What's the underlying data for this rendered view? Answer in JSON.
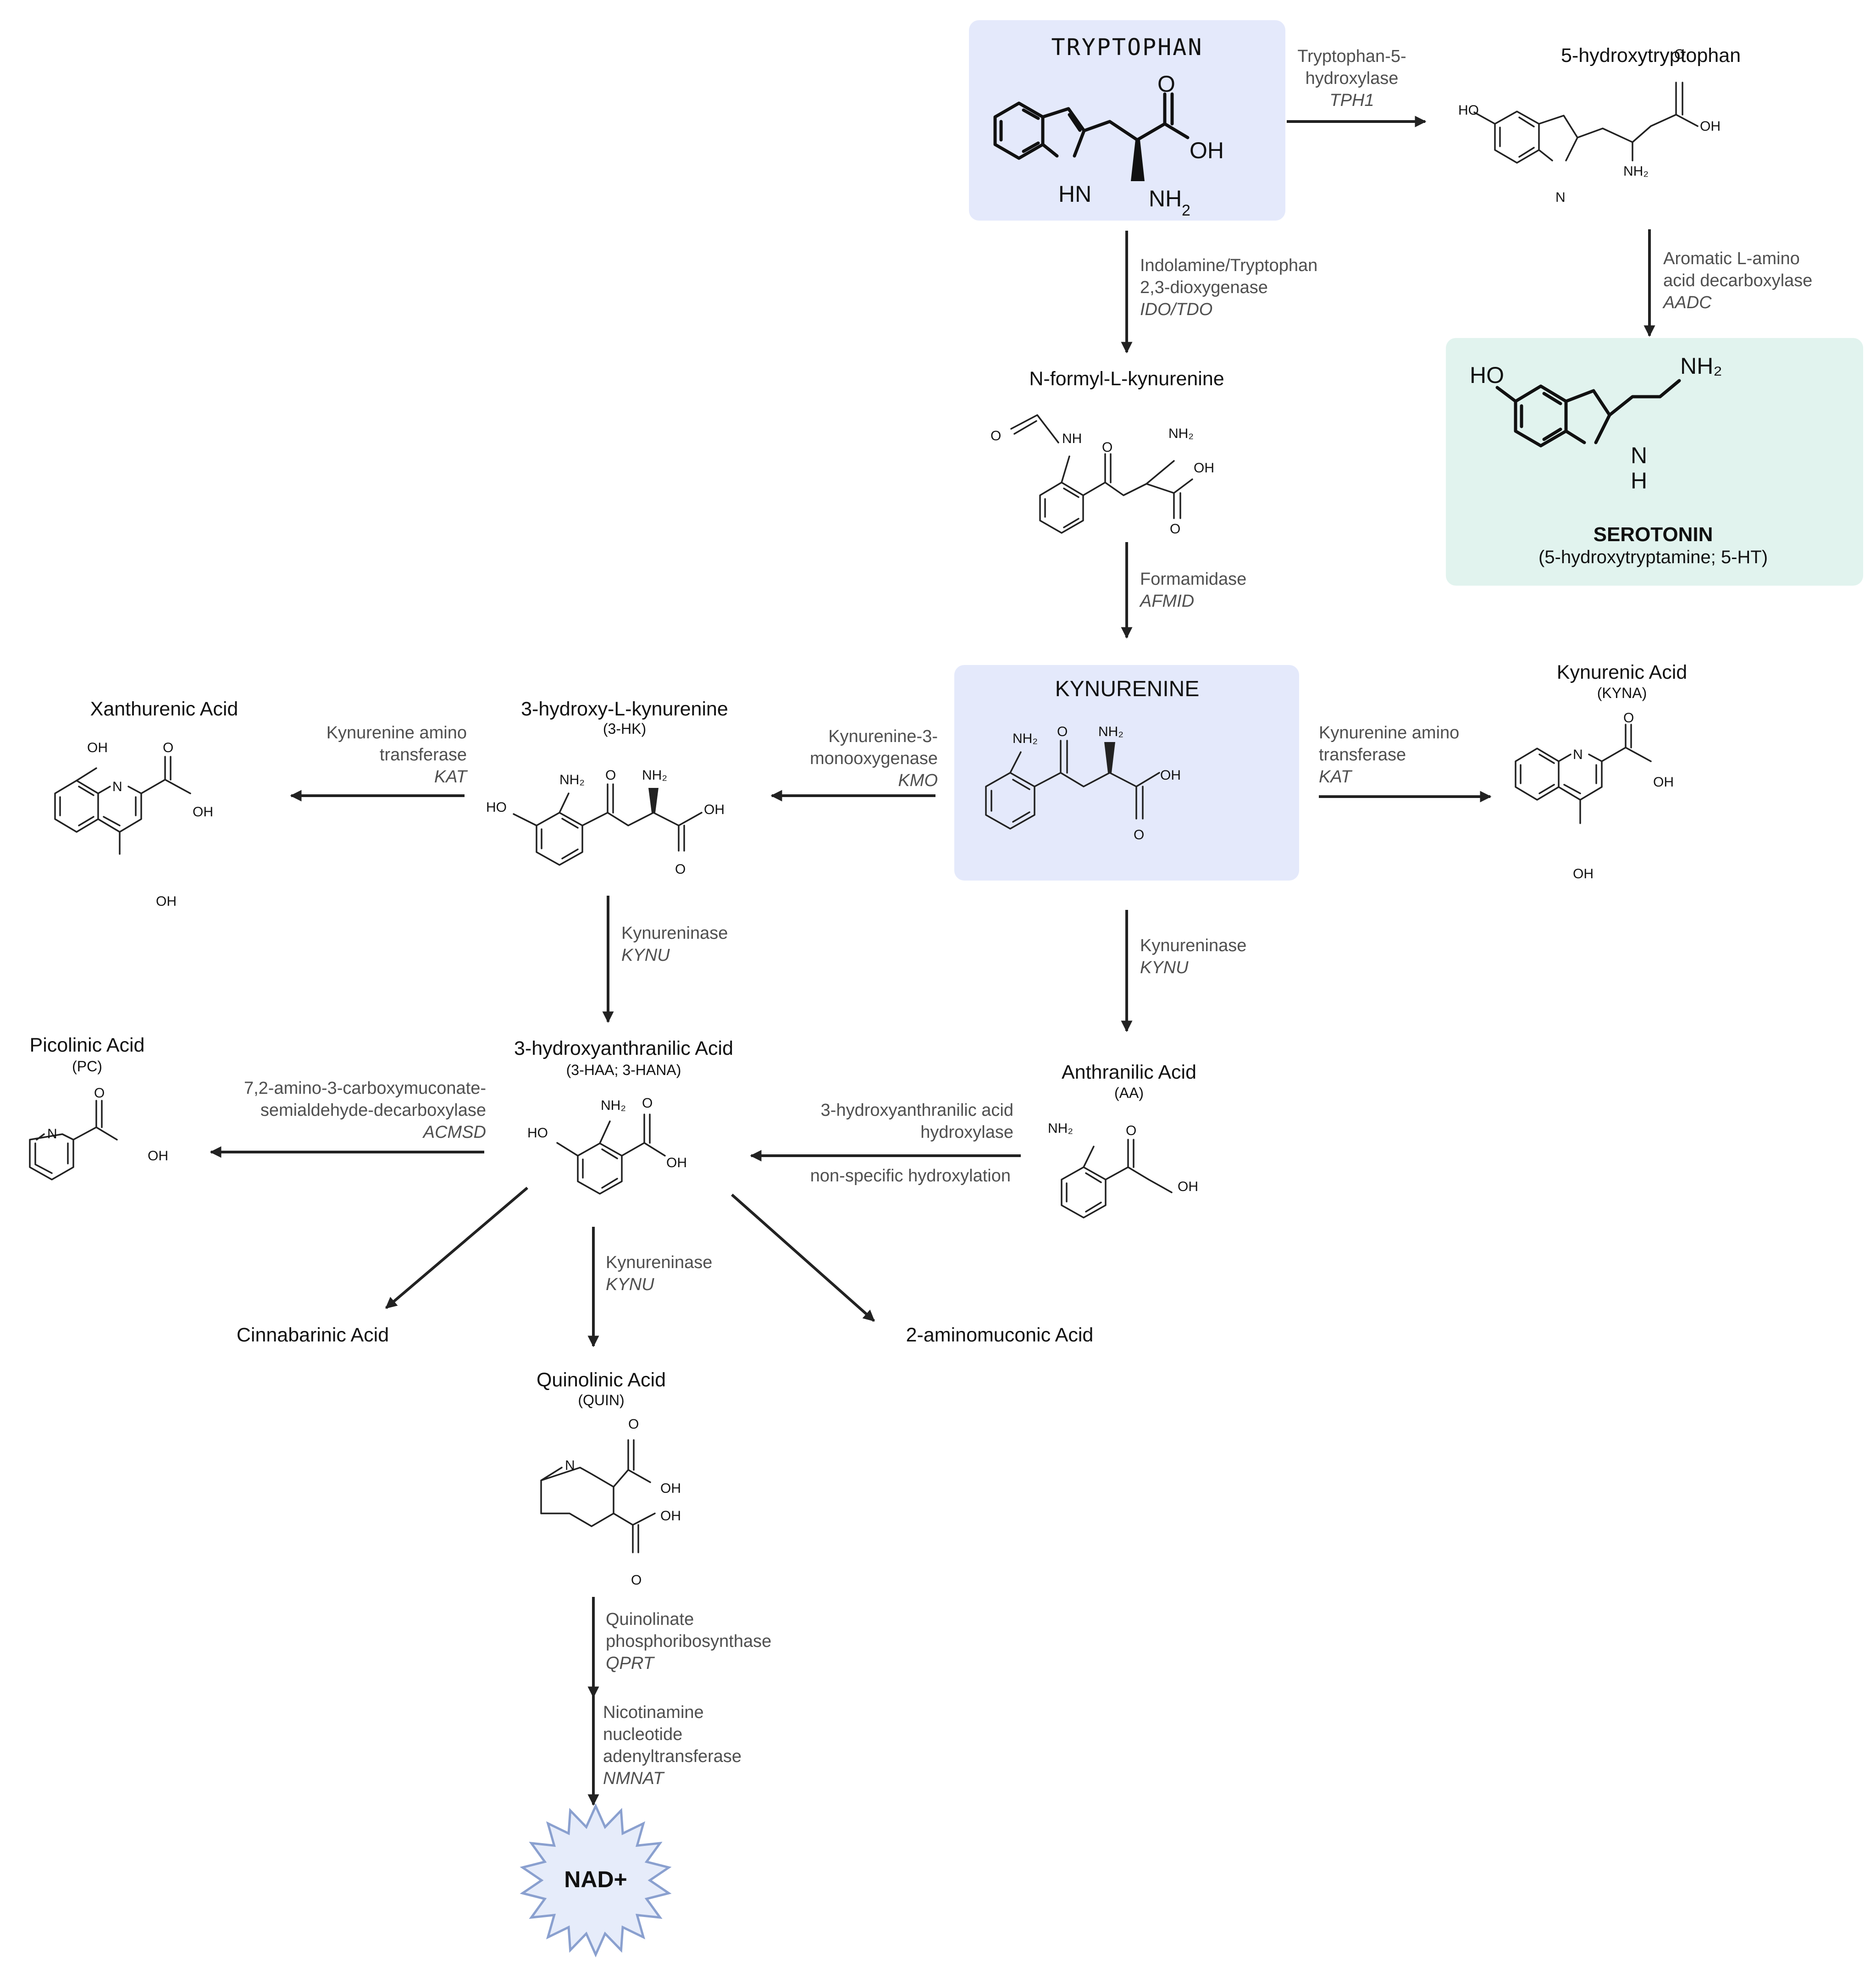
{
  "colors": {
    "kynurenine_box": "#e4e9fb",
    "serotonin_box": "#e1f3ee",
    "nad_star_fill": "#e6ecfa",
    "nad_star_stroke": "#8aa0cf",
    "text": "#111111",
    "enzyme_text": "#4f4f4f"
  },
  "compounds": {
    "tryptophan": {
      "name": "TRYPTOPHAN"
    },
    "hydroxytryptophan": {
      "name": "5-hydroxytryptophan"
    },
    "serotonin": {
      "name": "SEROTONIN",
      "abbr": "(5-hydroxytryptamine; 5-HT)"
    },
    "formylkynurenine": {
      "name": "N-formyl-L-kynurenine"
    },
    "kynurenine": {
      "name": "KYNURENINE"
    },
    "kynurenic_acid": {
      "name": "Kynurenic Acid",
      "abbr": "(KYNA)"
    },
    "hydroxykynurenine": {
      "name": "3-hydroxy-L-kynurenine",
      "abbr": "(3-HK)"
    },
    "xanthurenic_acid": {
      "name": "Xanthurenic Acid"
    },
    "hydroxyanthranilic_acid": {
      "name": "3-hydroxyanthranilic Acid",
      "abbr": "(3-HAA; 3-HANA)"
    },
    "anthranilic_acid": {
      "name": "Anthranilic Acid",
      "abbr": "(AA)"
    },
    "picolinic_acid": {
      "name": "Picolinic Acid",
      "abbr": "(PC)"
    },
    "cinnabarinic_acid": {
      "name": "Cinnabarinic Acid"
    },
    "aminomuconic_acid": {
      "name": "2-aminomuconic Acid"
    },
    "quinolinic_acid": {
      "name": "Quinolinic Acid",
      "abbr": "(QUIN)"
    },
    "nad": {
      "name": "NAD+"
    }
  },
  "enzymes": {
    "tph1": {
      "line1": "Tryptophan-5-",
      "line2": "hydroxylase",
      "gene": "TPH1"
    },
    "aadc": {
      "line1": "Aromatic L-amino",
      "line2": "acid decarboxylase",
      "gene": "AADC"
    },
    "ido": {
      "line1": "Indolamine/Tryptophan",
      "line2": "2,3-dioxygenase",
      "gene": "IDO/TDO"
    },
    "afmid": {
      "line1": "Formamidase",
      "gene": "AFMID"
    },
    "kmo": {
      "line1": "Kynurenine-3-",
      "line2": "monooxygenase",
      "gene": "KMO"
    },
    "kat_right": {
      "line1": "Kynurenine amino",
      "line2": "transferase",
      "gene": "KAT"
    },
    "kat_left": {
      "line1": "Kynurenine amino",
      "line2": "transferase",
      "gene": "KAT"
    },
    "kynu_a": {
      "line1": "Kynureninase",
      "gene": "KYNU"
    },
    "kynu_b": {
      "line1": "Kynureninase",
      "gene": "KYNU"
    },
    "kynu_c": {
      "line1": "Kynureninase",
      "gene": "KYNU"
    },
    "haah": {
      "line1": "3-hydroxyanthranilic acid",
      "line2": "hydroxylase",
      "note": "non-specific hydroxylation"
    },
    "acmsd": {
      "line1": "7,2-amino-3-carboxymuconate-",
      "line2": "semialdehyde-decarboxylase",
      "gene": "ACMSD"
    },
    "qprt": {
      "line1": "Quinolinate",
      "line2": "phosphoribosynthase",
      "gene": "QPRT"
    },
    "nmnat": {
      "line1": "Nicotinamine",
      "line2": "nucleotide",
      "line3": "adenyltransferase",
      "gene": "NMNAT"
    }
  },
  "atom_labels": {
    "o": "O",
    "oh": "OH",
    "nh2": "NH",
    "two": "2",
    "nh": "NH",
    "hn": "HN",
    "n": "N",
    "h": "H",
    "ho": "HO",
    "nh2u": "NH₂"
  }
}
